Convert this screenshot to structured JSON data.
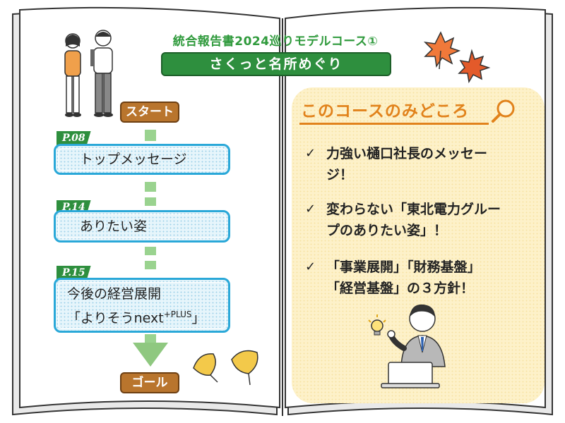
{
  "header": {
    "title": "統合報告書2024巡りモデルコース①",
    "subtitle": "さくっと名所めぐり"
  },
  "route": {
    "start_label": "スタート",
    "goal_label": "ゴール",
    "stops": [
      {
        "page": "P.08",
        "label": "トップメッセージ"
      },
      {
        "page": "P.14",
        "label": "ありたい姿"
      },
      {
        "page": "P.15",
        "label_line1": "今後の経営展開",
        "label_line2_open": "「よりそうnext",
        "label_sup": "+PLUS",
        "label_line2_close": "」"
      }
    ]
  },
  "highlights": {
    "title": "このコースのみどころ",
    "check_mark": "✓",
    "points": [
      {
        "line1": "力強い樋口社長のメッセー",
        "line2": "ジ！"
      },
      {
        "line1": "変わらない「東北電力グルー",
        "line2": "プのありたい姿」！"
      },
      {
        "line1": "「事業展開」「財務基盤」",
        "line2": "「経営基盤」の３方針！"
      }
    ]
  },
  "colors": {
    "green": "#2e8f3e",
    "title_green": "#2f9a3c",
    "orange": "#e1821b",
    "wood": "#b9752d",
    "box_border": "#2aa8d8",
    "panel_bg": "#fdf1c9"
  },
  "icons": [
    "maple-leaf-icon",
    "ginkgo-leaf-icon",
    "magnifier-icon",
    "lightbulb-icon",
    "laptop-icon"
  ]
}
